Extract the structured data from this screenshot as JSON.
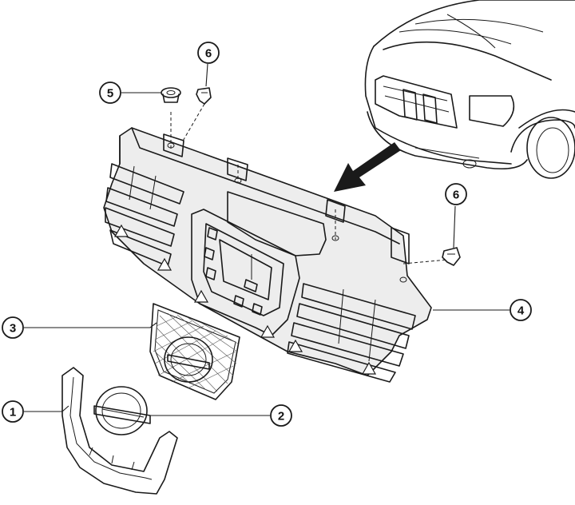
{
  "diagram": {
    "callouts": [
      {
        "id": "callout-1",
        "label": "1"
      },
      {
        "id": "callout-2",
        "label": "2"
      },
      {
        "id": "callout-3",
        "label": "3"
      },
      {
        "id": "callout-4",
        "label": "4"
      },
      {
        "id": "callout-5",
        "label": "5"
      },
      {
        "id": "callout-6a",
        "label": "6"
      },
      {
        "id": "callout-6b",
        "label": "6"
      }
    ]
  }
}
